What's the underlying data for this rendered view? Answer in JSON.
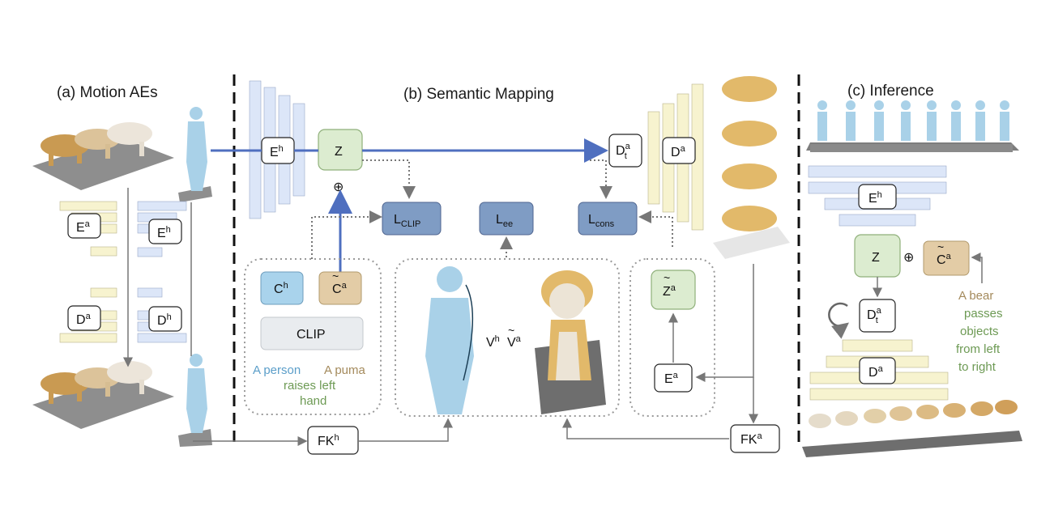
{
  "sections": {
    "a_title": "(a) Motion AEs",
    "b_title": "(b) Semantic Mapping",
    "c_title": "(c) Inference"
  },
  "panel_a": {
    "encoder_animal": "E",
    "encoder_animal_sup": "a",
    "encoder_human": "E",
    "encoder_human_sup": "h",
    "decoder_animal": "D",
    "decoder_animal_sup": "a",
    "decoder_human": "D",
    "decoder_human_sup": "h"
  },
  "panel_b": {
    "encoder_human": "E",
    "encoder_human_sup": "h",
    "latent": "Z",
    "oplus": "⊕",
    "decoder_t": "D",
    "decoder_t_sup": "a",
    "decoder_t_sub": "t",
    "decoder_animal": "D",
    "decoder_animal_sup": "a",
    "loss_clip": "L",
    "loss_clip_sub": "CLIP",
    "loss_ee": "L",
    "loss_ee_sub": "ee",
    "loss_cons": "L",
    "loss_cons_sub": "cons",
    "text_human": "C",
    "text_human_sup": "h",
    "text_animal": "C",
    "text_animal_sup": "a",
    "clip": "CLIP",
    "caption_person": "A person",
    "caption_puma": "A puma",
    "caption_action_1": "raises left",
    "caption_action_2": "hand",
    "vert_human": "V",
    "vert_human_sup": "h",
    "vert_animal": "V",
    "vert_animal_sup": "a",
    "z_tilde": "Z",
    "z_tilde_sup": "a",
    "encoder_animal": "E",
    "encoder_animal_sup": "a",
    "fk_human": "FK",
    "fk_human_sup": "h",
    "fk_animal": "FK",
    "fk_animal_sup": "a"
  },
  "panel_c": {
    "encoder_human": "E",
    "encoder_human_sup": "h",
    "latent": "Z",
    "oplus": "⊕",
    "text_animal": "C",
    "text_animal_sup": "a",
    "decoder_t": "D",
    "decoder_t_sup": "a",
    "decoder_t_sub": "t",
    "decoder_animal": "D",
    "decoder_animal_sup": "a",
    "prompt_lines": [
      "A bear",
      "passes",
      "objects",
      "from left",
      "to right"
    ]
  },
  "colors": {
    "encoder_blue": "#dce6f8",
    "decoder_yellow": "#f7f3cf",
    "latent_green": "#dcecd0",
    "loss_blue": "#7f9cc4",
    "human_text_blue": "#a9d3ec",
    "animal_text_tan": "#e3cca6",
    "clip_gray": "#e9ecef",
    "arrow_blue": "#4f6fbf",
    "human_mesh": "#a9d1e8",
    "animal_mesh": "#e2b96a"
  }
}
